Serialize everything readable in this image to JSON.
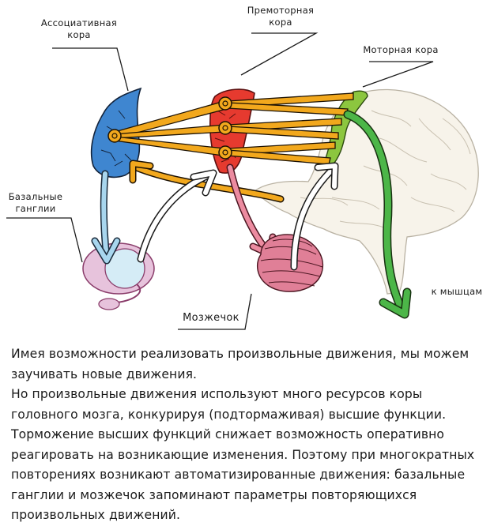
{
  "labels": {
    "associative_cortex": [
      "Ассоциативная",
      "кора"
    ],
    "premotor_cortex": [
      "Премоторная",
      "кора"
    ],
    "motor_cortex": [
      "Моторная кора"
    ],
    "basal_ganglia": [
      "Базальные",
      "ганглии"
    ],
    "cerebellum": [
      "Мозжечок"
    ],
    "to_muscles": [
      "к мышцам"
    ]
  },
  "colors": {
    "associative": "#3f86d0",
    "premotor": "#e63a2f",
    "motor": "#8cc63f",
    "pathway": "#f2a81d",
    "to_muscles_arrow": "#4cb648",
    "basal_ganglia": "#e7c3dc",
    "cerebellum": "#e07f97",
    "brain": "#f7f3ea"
  },
  "caption": [
    "Имея возможности реализовать произвольные движения, мы можем заучивать новые движения.",
    "Но произвольные движения используют много ресурсов коры головного мозга, конкурируя (подтормаживая) высшие функции.",
    "Торможение высших функций снижает возможность оперативно реагировать на возникающие изменения. Поэтому при многократных повторениях возникают автоматизированные движения: базальные ганглии и мозжечок запоминают параметры повторяющихся произвольных движений."
  ]
}
